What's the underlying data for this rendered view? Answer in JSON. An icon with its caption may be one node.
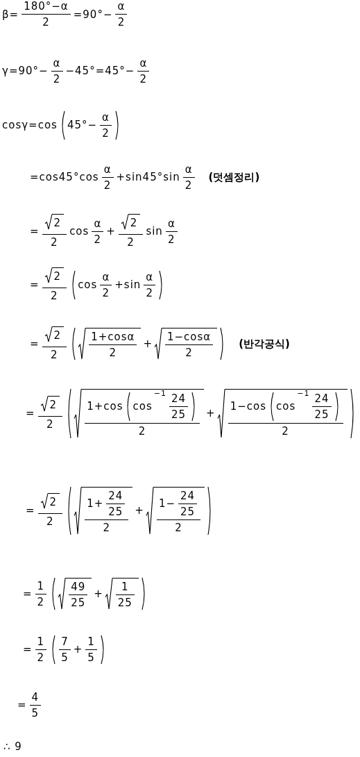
{
  "diagram": {
    "labels": [
      "β=",
      "180°−α",
      "2",
      "=90°−",
      "α",
      "2",
      "γ=90°−",
      "α",
      "2",
      "−45°=45°−",
      "α",
      "2",
      "cosγ=cos",
      "45°−",
      "α",
      "2",
      "=cos45°cos",
      "α",
      "2",
      "+sin45°sin",
      "α",
      "2",
      "(덧셈정리)",
      "=",
      "2",
      "2",
      "cos",
      "α",
      "2",
      "+",
      "2",
      "2",
      "sin",
      "α",
      "2",
      "=",
      "2",
      "2",
      "cos",
      "α",
      "2",
      "+sin",
      "α",
      "2",
      "=",
      "2",
      "2",
      "1+cosα",
      "2",
      "+",
      "1−cosα",
      "2",
      "(반각공식)",
      "=",
      "2",
      "2",
      "1+cos",
      "cos",
      "−1",
      "24",
      "25",
      "2",
      "+",
      "1−cos",
      "cos",
      "−1",
      "24",
      "25",
      "2",
      "=",
      "2",
      "2",
      "1+",
      "24",
      "25",
      "2",
      "+",
      "1−",
      "24",
      "25",
      "2",
      "=",
      "1",
      "2",
      "49",
      "25",
      "+",
      "1",
      "25",
      "=",
      "1",
      "2",
      "7",
      "5",
      "+",
      "1",
      "5",
      "=",
      "4",
      "5",
      "∴ 9"
    ]
  }
}
